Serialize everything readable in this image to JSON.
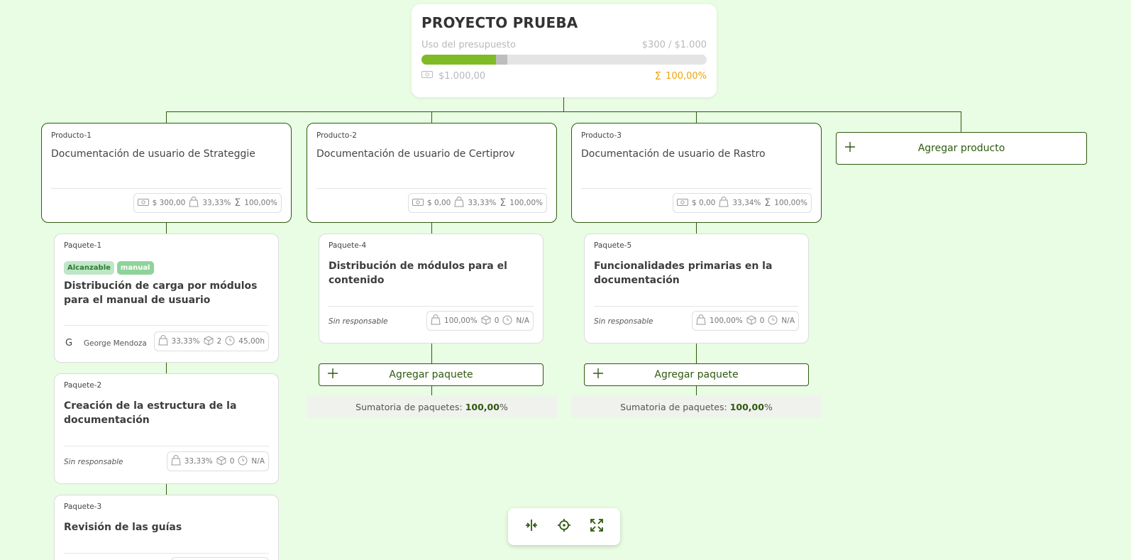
{
  "project": {
    "title": "PROYECTO PRUEBA",
    "budget_label": "Uso del presupuesto",
    "budget_value": "$300 / $1.000",
    "budget_used_fraction": 0.26,
    "budget_extra_fraction": 0.04,
    "amount": "$1.000,00",
    "sum_percent": "100,00%",
    "colors": {
      "progress": "#7fbb25",
      "accent": "#f0a30a",
      "brand": "#2f5a0e"
    }
  },
  "products": [
    {
      "code": "Producto-1",
      "title": "Documentación de usuario de Strateggie",
      "amount": "$ 300,00",
      "weight": "33,33%",
      "sum": "100,00%"
    },
    {
      "code": "Producto-2",
      "title": "Documentación de usuario de Certiprov",
      "amount": "$ 0,00",
      "weight": "33,33%",
      "sum": "100,00%"
    },
    {
      "code": "Producto-3",
      "title": "Documentación de usuario de Rastro",
      "amount": "$ 0,00",
      "weight": "33,34%",
      "sum": "100,00%"
    }
  ],
  "add_product_label": "Agregar producto",
  "packages": {
    "p1": {
      "code": "Paquete-1",
      "tags": [
        "Alcanzable",
        "manual"
      ],
      "title": "Distribución de carga por módulos para el manual de usuario",
      "person_initial": "G",
      "person": "George Mendoza",
      "weight": "33,33%",
      "count": "2",
      "hours": "45,00h"
    },
    "p2": {
      "code": "Paquete-2",
      "title": "Creación de la estructura de la documentación",
      "responsible": "Sin responsable",
      "weight": "33,33%",
      "count": "0",
      "hours": "N/A"
    },
    "p3": {
      "code": "Paquete-3",
      "title": "Revisión de las guías"
    },
    "p4": {
      "code": "Paquete-4",
      "title": "Distribución de módulos para el contenido",
      "responsible": "Sin responsable",
      "weight": "100,00%",
      "count": "0",
      "hours": "N/A"
    },
    "p5": {
      "code": "Paquete-5",
      "title": "Funcionalidades primarias en la documentación",
      "responsible": "Sin responsable",
      "weight": "100,00%",
      "count": "0",
      "hours": "N/A"
    }
  },
  "add_package_label": "Agregar paquete",
  "sum_packages_label": "Sumatoria de paquetes:",
  "sum_packages_value": "100,00",
  "sum_packages_unit": "%",
  "toolbar": {
    "icons": [
      "fit-columns-icon",
      "locate-center-icon",
      "fullscreen-icon"
    ]
  }
}
